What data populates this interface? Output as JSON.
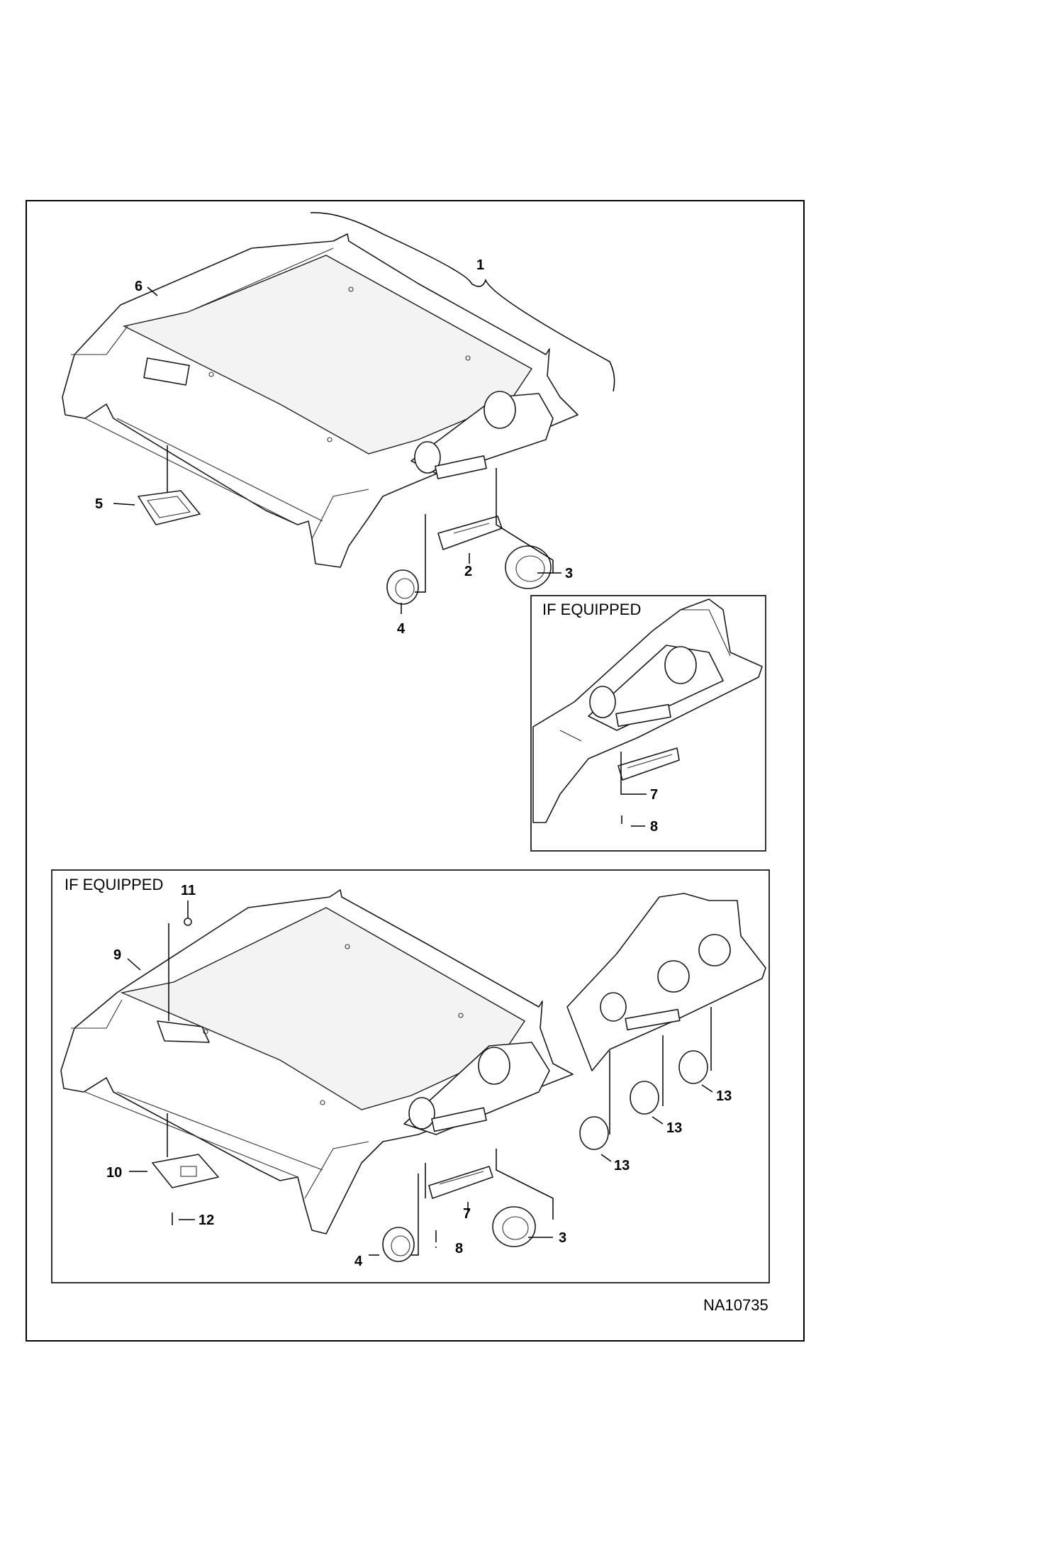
{
  "diagram": {
    "reference_code": "NA10735",
    "insets": [
      {
        "title": "IF EQUIPPED"
      },
      {
        "title": "IF EQUIPPED"
      }
    ],
    "callouts": {
      "main": [
        "1",
        "2",
        "3",
        "4",
        "5",
        "6"
      ],
      "inset_upper": [
        "7",
        "8"
      ],
      "inset_lower": [
        "9",
        "10",
        "11",
        "12",
        "13",
        "13",
        "13",
        "7",
        "3",
        "4",
        "8"
      ]
    }
  }
}
